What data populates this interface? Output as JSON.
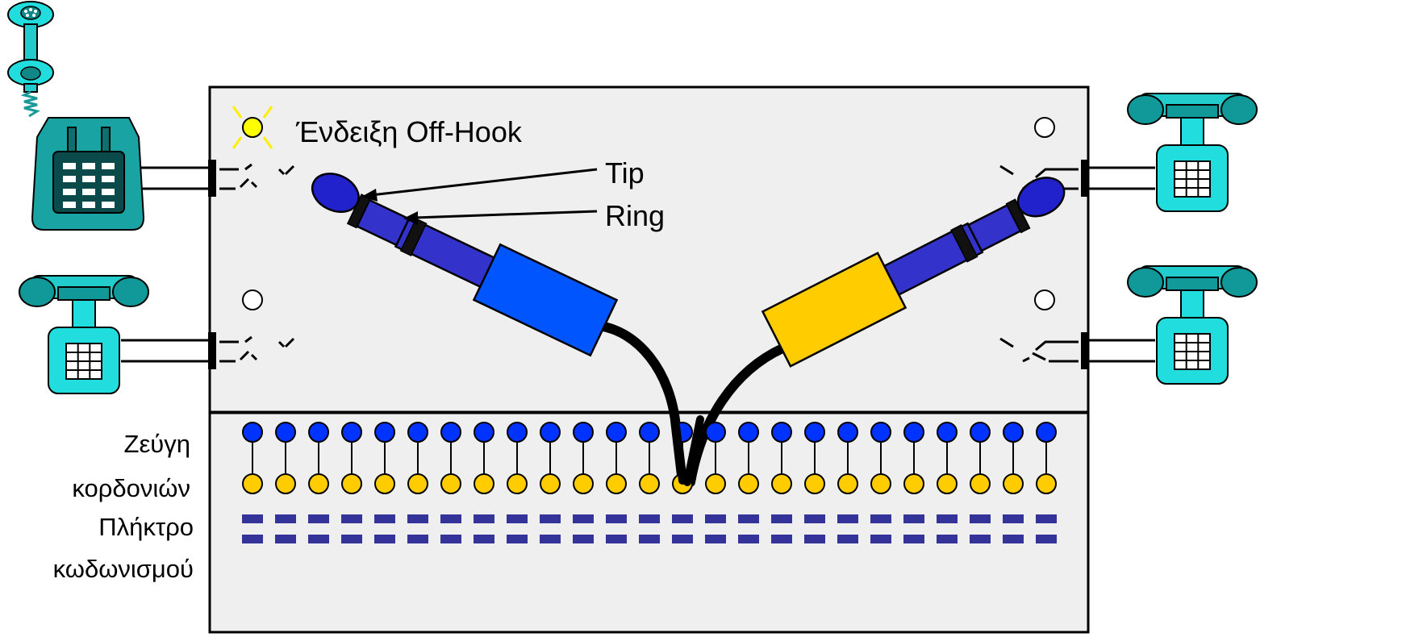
{
  "labels": {
    "off_hook": "Ένδειξη Off-Hook",
    "tip": "Tip",
    "ring": "Ring",
    "cord_pairs_line1": "Ζεύγη",
    "cord_pairs_line2": "κορδονιών",
    "ringing_key_line1": "Πλήκτρο",
    "ringing_key_line2": "κωδωνισμού"
  },
  "switchboard": {
    "cord_pair_count": 25,
    "ringing_key_rows": 2
  },
  "colors": {
    "panel": "#efefef",
    "lamp_on": "#ffff00",
    "lamp_rays": "#ffff00",
    "tip_jack": "#0033ff",
    "ring_jack": "#ffcc00",
    "key": "#333399",
    "plug_cap": "#2222cc",
    "plug_barrel": "#3333cc",
    "plug_body_blue": "#0055ff",
    "plug_body_yellow": "#ffcc00",
    "phone_dark": "#1aa3a3",
    "phone_light": "#22dddd"
  }
}
